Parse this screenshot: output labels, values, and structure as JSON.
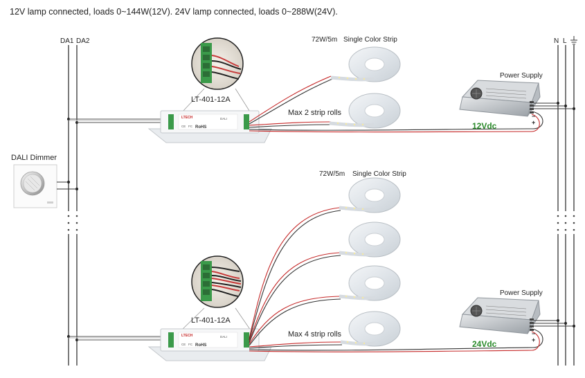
{
  "header": {
    "text": "12V lamp connected, loads 0~144W(12V). 24V lamp connected, loads 0~288W(24V)."
  },
  "bus": {
    "da1": "DA1",
    "da2": "DA2",
    "n": "N",
    "l": "L"
  },
  "dimmer": {
    "label": "DALI Dimmer"
  },
  "top": {
    "strip_label": "72W/5m",
    "strip_type": "Single Color Strip",
    "driver": "LT-401-12A",
    "max_rolls": "Max 2 strip rolls",
    "psu": "Power Supply",
    "voltage": "12Vdc"
  },
  "bottom": {
    "strip_label": "72W/5m",
    "strip_type": "Single Color Strip",
    "driver": "LT-401-12A",
    "max_rolls": "Max 4 strip rolls",
    "psu": "Power Supply",
    "voltage": "24Vdc"
  },
  "device": {
    "brand": "LTECH",
    "rohs": "RoHS",
    "ce": "CE",
    "fc": "FC",
    "dali": "DALI"
  }
}
